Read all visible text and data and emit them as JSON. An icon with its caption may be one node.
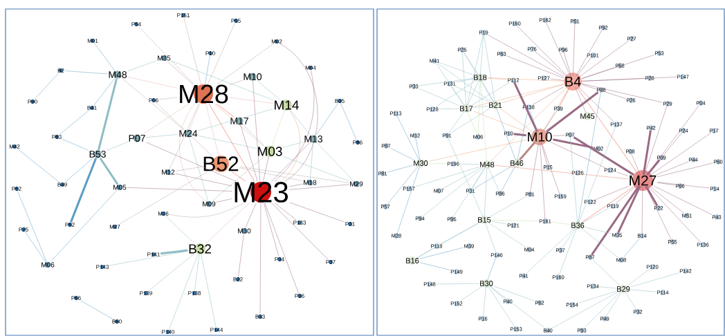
{
  "diagram": {
    "nodes": [
      {
        "text": [
          "P151"
        ]
      },
      {
        "text": [
          "P54"
        ]
      },
      {
        "text": [
          "P55"
        ]
      },
      {
        "text": [
          "M01"
        ]
      },
      {
        "text": [
          "M02"
        ]
      },
      {
        "text": [
          "P10"
        ]
      },
      {
        "text": [
          "M35"
        ]
      },
      {
        "text": [
          "M04"
        ]
      },
      {
        "text": [
          "B2"
        ]
      },
      {
        "text": [
          "M48"
        ]
      },
      {
        "text": [
          "M10"
        ]
      },
      {
        "text": [
          "M28"
        ]
      },
      {
        "text": [
          "P90"
        ]
      },
      {
        "text": [
          "P06"
        ]
      },
      {
        "text": [
          "M14"
        ]
      },
      {
        "text": [
          "B35"
        ]
      },
      {
        "text": [
          "B41"
        ]
      },
      {
        "text": [
          "M17"
        ]
      },
      {
        "text": [
          "P83"
        ]
      },
      {
        "text": [
          "P07"
        ]
      },
      {
        "text": [
          "M24"
        ]
      },
      {
        "text": [
          "M13"
        ]
      },
      {
        "text": [
          "P86"
        ]
      },
      {
        "text": [
          "M42"
        ]
      },
      {
        "text": [
          "B53"
        ]
      },
      {
        "text": [
          "M03"
        ]
      },
      {
        "text": [
          "B52"
        ]
      },
      {
        "text": [
          "M12"
        ]
      },
      {
        "text": [
          "B49"
        ]
      },
      {
        "text": [
          "M05"
        ]
      },
      {
        "text": [
          "M18"
        ]
      },
      {
        "text": [
          "M29"
        ]
      },
      {
        "text": [
          "P52"
        ]
      },
      {
        "text": [
          "M23"
        ]
      },
      {
        "text": [
          "M09"
        ]
      },
      {
        "text": [
          "M36"
        ]
      },
      {
        "text": [
          "P25"
        ]
      },
      {
        "text": [
          "P82"
        ]
      },
      {
        "text": [
          "M27"
        ]
      },
      {
        "text": [
          "M30"
        ]
      },
      {
        "text": [
          "P133"
        ]
      },
      {
        "text": [
          "P31"
        ]
      },
      {
        "text": [
          "B32"
        ]
      },
      {
        "text": [
          "P141"
        ]
      },
      {
        "text": [
          "M06"
        ]
      },
      {
        "text": [
          "P143"
        ]
      },
      {
        "text": [
          "P34"
        ]
      },
      {
        "text": [
          "P37"
        ]
      },
      {
        "text": [
          "B22"
        ]
      },
      {
        "text": [
          "P139"
        ]
      },
      {
        "text": [
          "P138"
        ]
      },
      {
        "text": [
          "P36"
        ]
      },
      {
        "text": [
          "P66"
        ]
      },
      {
        "text": [
          "B33"
        ]
      },
      {
        "text": [
          "B60"
        ]
      },
      {
        "text": [
          "P140"
        ]
      },
      {
        "text": [
          "P144"
        ]
      },
      {
        "text": [
          "P160"
        ]
      },
      {
        "text": [
          "P162"
        ]
      },
      {
        "text": [
          "P51"
        ]
      },
      {
        "text": [
          "P92"
        ]
      },
      {
        "text": [
          "P19"
        ]
      },
      {
        "text": [
          "P27"
        ]
      },
      {
        "text": [
          "P25"
        ]
      },
      {
        "text": [
          "P76"
        ]
      },
      {
        "text": [
          "P96"
        ]
      },
      {
        "text": [
          "P101"
        ]
      },
      {
        "text": [
          "P63"
        ]
      },
      {
        "text": [
          "P53"
        ]
      },
      {
        "text": [
          "M41"
        ]
      },
      {
        "text": [
          "P58"
        ]
      },
      {
        "text": [
          "B18"
        ]
      },
      {
        "text": [
          "P112"
        ]
      },
      {
        "text": [
          "P127"
        ]
      },
      {
        "text": [
          "B4"
        ]
      },
      {
        "text": [
          "P28"
        ]
      },
      {
        "text": [
          "P147"
        ]
      },
      {
        "text": [
          "P33"
        ]
      },
      {
        "text": [
          "P131"
        ]
      },
      {
        "text": [
          "P88"
        ]
      },
      {
        "text": [
          "P26"
        ]
      },
      {
        "text": [
          "P29"
        ]
      },
      {
        "text": [
          "P04"
        ]
      },
      {
        "text": [
          "B17"
        ]
      },
      {
        "text": [
          "B21"
        ]
      },
      {
        "text": [
          "P128"
        ]
      },
      {
        "text": [
          "P138"
        ]
      },
      {
        "text": [
          "P39"
        ]
      },
      {
        "text": [
          "M45"
        ]
      },
      {
        "text": [
          "P137"
        ]
      },
      {
        "text": [
          "P113"
        ]
      },
      {
        "text": [
          "P42"
        ]
      },
      {
        "text": [
          "P24"
        ]
      },
      {
        "text": [
          "P17"
        ]
      },
      {
        "text": [
          "M12"
        ]
      },
      {
        "text": [
          "P91"
        ]
      },
      {
        "text": [
          "M06"
        ]
      },
      {
        "text": [
          "P10"
        ]
      },
      {
        "text": [
          "M10"
        ]
      },
      {
        "text": [
          "P07"
        ]
      },
      {
        "text": [
          "M02"
        ]
      },
      {
        "text": [
          "P08"
        ]
      },
      {
        "text": [
          "P87"
        ]
      },
      {
        "text": [
          "M30"
        ]
      },
      {
        "text": [
          "P196"
        ]
      },
      {
        "text": [
          "M48"
        ]
      },
      {
        "text": [
          "B46"
        ]
      },
      {
        "text": [
          "P15"
        ]
      },
      {
        "text": [
          "P09"
        ]
      },
      {
        "text": [
          "P44"
        ]
      },
      {
        "text": [
          "P60"
        ]
      },
      {
        "text": [
          "P126"
        ]
      },
      {
        "text": [
          "P124"
        ]
      },
      {
        "text": [
          "M27"
        ]
      },
      {
        "text": [
          "P81"
        ]
      },
      {
        "text": [
          "P157"
        ]
      },
      {
        "text": [
          "M07"
        ]
      },
      {
        "text": [
          "P31"
        ]
      },
      {
        "text": [
          "P86"
        ]
      },
      {
        "text": [
          "P81"
        ]
      },
      {
        "text": [
          "P159"
        ]
      },
      {
        "text": [
          "P66"
        ]
      },
      {
        "text": [
          "P14"
        ]
      },
      {
        "text": [
          "P57"
        ]
      },
      {
        "text": [
          "P122"
        ]
      },
      {
        "text": [
          "P119"
        ]
      },
      {
        "text": [
          "P22"
        ]
      },
      {
        "text": [
          "M51"
        ]
      },
      {
        "text": [
          "P43"
        ]
      },
      {
        "text": [
          "P94"
        ]
      },
      {
        "text": [
          "P95"
        ]
      },
      {
        "text": [
          "B15"
        ]
      },
      {
        "text": [
          "P121"
        ]
      },
      {
        "text": [
          "P161"
        ]
      },
      {
        "text": [
          "B36"
        ]
      },
      {
        "text": [
          "M35"
        ]
      },
      {
        "text": [
          "M28"
        ]
      },
      {
        "text": [
          "B14"
        ]
      },
      {
        "text": [
          "P55"
        ]
      },
      {
        "text": [
          "P136"
        ]
      },
      {
        "text": [
          "P118"
        ]
      },
      {
        "text": [
          "M39"
        ]
      },
      {
        "text": [
          "M04"
        ]
      },
      {
        "text": [
          "P37"
        ]
      },
      {
        "text": [
          "P146"
        ]
      },
      {
        "text": [
          "B16"
        ]
      },
      {
        "text": [
          "P87"
        ]
      },
      {
        "text": [
          "M08"
        ]
      },
      {
        "text": [
          "P149"
        ]
      },
      {
        "text": [
          "P41"
        ]
      },
      {
        "text": [
          "P160"
        ]
      },
      {
        "text": [
          "P120"
        ]
      },
      {
        "text": [
          "P142"
        ]
      },
      {
        "text": [
          "P148"
        ]
      },
      {
        "text": [
          "B30"
        ]
      },
      {
        "text": [
          "P134"
        ]
      },
      {
        "text": [
          "B29"
        ]
      },
      {
        "text": [
          "P114"
        ]
      },
      {
        "text": [
          "P152"
        ]
      },
      {
        "text": [
          "P40"
        ]
      },
      {
        "text": [
          "P62"
        ]
      },
      {
        "text": [
          "P154"
        ]
      },
      {
        "text": [
          "P32"
        ]
      },
      {
        "text": [
          "P16"
        ]
      },
      {
        "text": [
          "P49"
        ]
      },
      {
        "text": [
          "P153"
        ]
      },
      {
        "text": [
          "B40"
        ]
      },
      {
        "text": [
          "P93"
        ]
      }
    ],
    "edges": [
      {
        "from": 1,
        "to": 11,
        "arrow": "none",
        "color": "#b9a9ab"
      },
      {
        "from": 0,
        "to": 11,
        "arrow": "none",
        "color": "#b9a9ab"
      },
      {
        "from": 2,
        "to": 11,
        "arrow": "none",
        "color": "#b9a9ab"
      },
      {
        "from": 5,
        "to": 11,
        "arrow": "none",
        "color": "#5a9cc4"
      },
      {
        "from": 4,
        "to": 11,
        "arrow": "none",
        "color": "#b9a9ab"
      },
      {
        "from": 6,
        "to": 11,
        "arrow": "none",
        "color": "#b58a95"
      },
      {
        "from": 6,
        "to": 9,
        "arrow": "none"
      },
      {
        "from": 3,
        "to": 9,
        "arrow": "none",
        "color": "#5a9cc4"
      },
      {
        "from": 8,
        "to": 9,
        "arrow": "none",
        "color": "#5a9cc4"
      },
      {
        "from": 8,
        "to": 12,
        "arrow": "none",
        "color": "#5a9cc4"
      },
      {
        "from": 9,
        "to": 16,
        "arrow": "none",
        "color": "#5a9cc4"
      },
      {
        "from": 9,
        "to": 24,
        "arrow": "none",
        "style": "thick"
      },
      {
        "from": 9,
        "to": 11,
        "arrow": "none",
        "color": "#e2b4aa"
      },
      {
        "from": 9,
        "to": 20,
        "arrow": "none",
        "color": "#b9a9ab"
      },
      {
        "from": 16,
        "to": 18,
        "arrow": "none",
        "color": "#5a9cc4"
      },
      {
        "from": 13,
        "to": 11,
        "arrow": "none",
        "color": "#b9a9ab"
      },
      {
        "from": 13,
        "to": 20,
        "arrow": "none",
        "color": "#b9a9ab"
      },
      {
        "from": 7,
        "to": 33,
        "arrow": "none",
        "color": "#9a6a84"
      },
      {
        "from": 4,
        "to": 33,
        "arrow": "none",
        "color": "#9a6a84"
      },
      {
        "from": 10,
        "to": 11,
        "arrow": "none",
        "color": "#b58a95"
      },
      {
        "from": 10,
        "to": 33,
        "arrow": "none",
        "color": "#9a6a84"
      },
      {
        "from": 10,
        "to": 14,
        "arrow": "none"
      },
      {
        "from": 11,
        "to": 14,
        "arrow": "none",
        "color": "#e2b4aa"
      },
      {
        "from": 11,
        "to": 33,
        "arrow": "none",
        "color": "#e8452c"
      },
      {
        "from": 11,
        "to": 17,
        "arrow": "none",
        "color": "#e8452c"
      },
      {
        "from": 11,
        "to": 26,
        "arrow": "none",
        "color": "#e2b4aa"
      },
      {
        "from": 11,
        "to": 20,
        "arrow": "none",
        "color": "#e2b4aa"
      },
      {
        "from": 11,
        "to": 19,
        "arrow": "none",
        "color": "#e2b4aa"
      },
      {
        "from": 11,
        "to": 34,
        "arrow": "none",
        "color": "#e2b4aa"
      },
      {
        "from": 11,
        "to": 25,
        "arrow": "none",
        "color": "#eba57f"
      },
      {
        "from": 14,
        "to": 33,
        "arrow": "none",
        "color": "#eba57f"
      },
      {
        "from": 14,
        "to": 21,
        "arrow": "none"
      },
      {
        "from": 14,
        "to": 25,
        "arrow": "none",
        "color": "#c8dca8"
      },
      {
        "from": 14,
        "to": 20,
        "arrow": "none"
      },
      {
        "from": 17,
        "to": 33,
        "arrow": "none",
        "color": "#9a6a84"
      },
      {
        "from": 17,
        "to": 25,
        "arrow": "none"
      },
      {
        "from": 6,
        "to": 14,
        "arrow": "none"
      },
      {
        "from": 15,
        "to": 21,
        "arrow": "none",
        "color": "#5a9cc4"
      },
      {
        "from": 15,
        "to": 22,
        "arrow": "none",
        "color": "#5a9cc4"
      },
      {
        "from": 20,
        "to": 19,
        "arrow": "none"
      },
      {
        "from": 20,
        "to": 26,
        "arrow": "none",
        "color": "#b9a9ab"
      },
      {
        "from": 20,
        "to": 34,
        "arrow": "none"
      },
      {
        "from": 20,
        "to": 25,
        "arrow": "none"
      },
      {
        "from": 19,
        "to": 24,
        "arrow": "none"
      },
      {
        "from": 19,
        "to": 33,
        "arrow": "none",
        "color": "#9a6a84"
      },
      {
        "from": 24,
        "to": 28,
        "arrow": "none",
        "color": "#5a9cc4"
      },
      {
        "from": 24,
        "to": 29,
        "arrow": "none",
        "style": "thick"
      },
      {
        "from": 24,
        "to": 37,
        "arrow": "none",
        "style": "thick",
        "color": "#5a9cc4"
      },
      {
        "from": 24,
        "to": 18,
        "arrow": "none",
        "color": "#5a9cc4"
      },
      {
        "from": 23,
        "to": 28,
        "arrow": "none",
        "color": "#5a9cc4"
      },
      {
        "from": 26,
        "to": 33,
        "arrow": "none",
        "color": "#e8452c"
      },
      {
        "from": 26,
        "to": 27,
        "arrow": "none",
        "color": "#b9a9ab"
      },
      {
        "from": 26,
        "to": 30,
        "arrow": "none",
        "color": "#b9a9ab"
      },
      {
        "from": 26,
        "to": 31,
        "arrow": "none",
        "color": "#b9a9ab"
      },
      {
        "from": 25,
        "to": 33,
        "arrow": "none",
        "color": "#9a6a84"
      },
      {
        "from": 25,
        "to": 31,
        "arrow": "none"
      },
      {
        "from": 25,
        "to": 21,
        "arrow": "none"
      },
      {
        "from": 25,
        "to": 34,
        "arrow": "none"
      },
      {
        "from": 21,
        "to": 33,
        "arrow": "none",
        "color": "#9a6a84"
      },
      {
        "from": 21,
        "to": 31,
        "arrow": "none"
      },
      {
        "from": 21,
        "to": 30,
        "arrow": "none"
      },
      {
        "from": 27,
        "to": 33,
        "arrow": "none",
        "color": "#9a6a84"
      },
      {
        "from": 29,
        "to": 33,
        "arrow": "none",
        "color": "#9a6a84"
      },
      {
        "from": 29,
        "to": 44,
        "arrow": "none",
        "color": "#5a9cc4"
      },
      {
        "from": 30,
        "to": 33,
        "arrow": "none",
        "color": "#9a6a84"
      },
      {
        "from": 31,
        "to": 33,
        "arrow": "none",
        "color": "#9a6a84"
      },
      {
        "from": 34,
        "to": 33,
        "arrow": "none",
        "color": "#9a6a84"
      },
      {
        "from": 35,
        "to": 33,
        "arrow": "none",
        "color": "#b9a9ab"
      },
      {
        "from": 35,
        "to": 42,
        "arrow": "none"
      },
      {
        "from": 38,
        "to": 26,
        "arrow": "none",
        "color": "#b9a9ab"
      },
      {
        "from": 39,
        "to": 33,
        "arrow": "none",
        "color": "#9a6a84"
      },
      {
        "from": 39,
        "to": 48,
        "arrow": "none",
        "color": "#9a6a84"
      },
      {
        "from": 40,
        "to": 33,
        "arrow": "none",
        "color": "#9a6a84"
      },
      {
        "from": 41,
        "to": 33,
        "arrow": "none",
        "color": "#9a6a84"
      },
      {
        "from": 42,
        "to": 33,
        "arrow": "none",
        "color": "#e2b4aa"
      },
      {
        "from": 42,
        "to": 43,
        "arrow": "none",
        "style": "thick"
      },
      {
        "from": 42,
        "to": 45,
        "arrow": "none"
      },
      {
        "from": 42,
        "to": 49,
        "arrow": "none"
      },
      {
        "from": 42,
        "to": 50,
        "arrow": "none"
      },
      {
        "from": 42,
        "to": 55,
        "arrow": "none"
      },
      {
        "from": 42,
        "to": 56,
        "arrow": "none"
      },
      {
        "from": 46,
        "to": 33,
        "arrow": "none",
        "color": "#9a6a84"
      },
      {
        "from": 47,
        "to": 33,
        "arrow": "none",
        "color": "#9a6a84"
      },
      {
        "from": 51,
        "to": 33,
        "arrow": "none",
        "color": "#9a6a84"
      },
      {
        "from": 53,
        "to": 33,
        "arrow": "none",
        "color": "#9a6a84"
      },
      {
        "from": 32,
        "to": 44,
        "arrow": "none",
        "color": "#5a9cc4"
      },
      {
        "from": 36,
        "to": 44,
        "arrow": "none",
        "color": "#5a9cc4"
      },
      {
        "from": 52,
        "to": 54,
        "arrow": "none",
        "color": "#5a9cc4"
      },
      {
        "from": 27,
        "to": 11,
        "arrow": "none",
        "color": "#b9a9ab"
      },
      {
        "from": 74,
        "to": 57,
        "arrow": "none",
        "color": "#9a6a84"
      },
      {
        "from": 74,
        "to": 58,
        "arrow": "none",
        "color": "#9a6a84"
      },
      {
        "from": 74,
        "to": 59,
        "arrow": "none",
        "color": "#9a6a84"
      },
      {
        "from": 74,
        "to": 60,
        "arrow": "none",
        "color": "#9a6a84"
      },
      {
        "from": 74,
        "to": 61,
        "arrow": "none",
        "color": "#9a6a84"
      },
      {
        "from": 74,
        "to": 62,
        "arrow": "none",
        "color": "#9a6a84"
      },
      {
        "from": 74,
        "to": 64,
        "arrow": "none",
        "color": "#9a6a84"
      },
      {
        "from": 74,
        "to": 65,
        "arrow": "none",
        "color": "#9a6a84"
      },
      {
        "from": 74,
        "to": 66,
        "arrow": "none",
        "color": "#9a6a84"
      },
      {
        "from": 74,
        "to": 67,
        "arrow": "none",
        "color": "#9a6a84"
      },
      {
        "from": 74,
        "to": 68,
        "arrow": "none",
        "color": "#9a6a84"
      },
      {
        "from": 74,
        "to": 70,
        "arrow": "none",
        "color": "#9a6a84"
      },
      {
        "from": 74,
        "to": 75,
        "arrow": "none",
        "color": "#9a6a84"
      },
      {
        "from": 74,
        "to": 76,
        "arrow": "none",
        "color": "#9a6a84"
      },
      {
        "from": 74,
        "to": 73,
        "arrow": "none",
        "color": "#9a6a84"
      },
      {
        "from": 74,
        "to": 80,
        "arrow": "none",
        "color": "#9a6a84"
      },
      {
        "from": 74,
        "to": 81,
        "arrow": "none",
        "color": "#9a6a84"
      },
      {
        "from": 74,
        "to": 89,
        "arrow": "none",
        "color": "#9a6a84"
      },
      {
        "from": 74,
        "to": 98,
        "arrow": "none",
        "color": "#eba57f"
      },
      {
        "from": 74,
        "to": 88,
        "arrow": "none",
        "color": "#9a6a84"
      },
      {
        "from": 74,
        "to": 113,
        "arrow": "none",
        "color": "#e8452c"
      },
      {
        "from": 74,
        "to": 87,
        "arrow": "none",
        "color": "#e8452c"
      },
      {
        "from": 74,
        "to": 86,
        "arrow": "none",
        "color": "#9a6a84"
      },
      {
        "from": 74,
        "to": 83,
        "arrow": "none",
        "color": "#eba57f"
      },
      {
        "from": 74,
        "to": 84,
        "arrow": "none",
        "color": "#eba57f"
      },
      {
        "from": 74,
        "to": 71,
        "arrow": "none",
        "color": "#eba57f"
      },
      {
        "from": 74,
        "to": 105,
        "arrow": "none",
        "color": "#eba57f"
      },
      {
        "from": 98,
        "to": 79,
        "arrow": "none",
        "style": "thick",
        "color": "#9a6a84"
      },
      {
        "from": 98,
        "to": 72,
        "arrow": "none",
        "style": "thick",
        "color": "#9a6a84"
      },
      {
        "from": 98,
        "to": 106,
        "arrow": "none",
        "style": "thick",
        "color": "#b58a80"
      },
      {
        "from": 98,
        "to": 107,
        "arrow": "none",
        "color": "#9a6a84"
      },
      {
        "from": 98,
        "to": 119,
        "arrow": "none",
        "color": "#9a6a84"
      },
      {
        "from": 98,
        "to": 120,
        "arrow": "none",
        "color": "#9a6a84"
      },
      {
        "from": 98,
        "to": 99,
        "arrow": "none",
        "color": "#9a6a84"
      },
      {
        "from": 98,
        "to": 100,
        "arrow": "none",
        "style": "thick",
        "color": "#9a6a84"
      },
      {
        "from": 98,
        "to": 112,
        "arrow": "none",
        "color": "#9a6a84"
      },
      {
        "from": 98,
        "to": 97,
        "arrow": "none",
        "style": "thick",
        "color": "#9a6a84"
      },
      {
        "from": 98,
        "to": 83,
        "arrow": "none",
        "color": "#eba57f"
      },
      {
        "from": 98,
        "to": 84,
        "arrow": "none",
        "color": "#eba57f"
      },
      {
        "from": 98,
        "to": 86,
        "arrow": "none",
        "color": "#5a9cc4"
      },
      {
        "from": 98,
        "to": 87,
        "arrow": "none",
        "color": "#9a6a84"
      },
      {
        "from": 98,
        "to": 133,
        "arrow": "none",
        "color": "#9a6a84"
      },
      {
        "from": 98,
        "to": 103,
        "arrow": "none",
        "color": "#eba57f"
      },
      {
        "from": 113,
        "to": 91,
        "arrow": "none",
        "style": "thick",
        "color": "#9a6a84"
      },
      {
        "from": 113,
        "to": 92,
        "arrow": "none",
        "color": "#9a6a84"
      },
      {
        "from": 113,
        "to": 93,
        "arrow": "none",
        "color": "#9a6a84"
      },
      {
        "from": 113,
        "to": 82,
        "arrow": "none",
        "color": "#9a6a84"
      },
      {
        "from": 113,
        "to": 108,
        "arrow": "none",
        "style": "thick",
        "color": "#9a6a84"
      },
      {
        "from": 113,
        "to": 109,
        "arrow": "none",
        "color": "#9a6a84"
      },
      {
        "from": 113,
        "to": 110,
        "arrow": "none",
        "color": "#9a6a84"
      },
      {
        "from": 113,
        "to": 121,
        "arrow": "none",
        "color": "#9a6a84"
      },
      {
        "from": 113,
        "to": 122,
        "arrow": "none",
        "color": "#9a6a84"
      },
      {
        "from": 113,
        "to": 128,
        "arrow": "none",
        "color": "#9a6a84"
      },
      {
        "from": 113,
        "to": 127,
        "arrow": "none",
        "color": "#9a6a84"
      },
      {
        "from": 113,
        "to": 126,
        "arrow": "none",
        "style": "thick",
        "color": "#9a6a84"
      },
      {
        "from": 113,
        "to": 138,
        "arrow": "none",
        "color": "#9a6a84"
      },
      {
        "from": 113,
        "to": 139,
        "arrow": "none",
        "color": "#9a6a84"
      },
      {
        "from": 113,
        "to": 135,
        "arrow": "none",
        "style": "thick",
        "color": "#9a6a84"
      },
      {
        "from": 113,
        "to": 146,
        "arrow": "none",
        "style": "thick",
        "color": "#9a6a84"
      },
      {
        "from": 113,
        "to": 134,
        "arrow": "none",
        "color": "#e8452c"
      },
      {
        "from": 113,
        "to": 125,
        "arrow": "none",
        "color": "#9a6a84"
      },
      {
        "from": 113,
        "to": 124,
        "arrow": "none",
        "color": "#9a6a84"
      },
      {
        "from": 113,
        "to": 105,
        "arrow": "none",
        "color": "#e8806a"
      },
      {
        "from": 113,
        "to": 99,
        "arrow": "none",
        "style": "thick",
        "color": "#9a6a84"
      },
      {
        "from": 113,
        "to": 101,
        "arrow": "none",
        "color": "#9a6a84"
      },
      {
        "from": 113,
        "to": 81,
        "arrow": "none",
        "color": "#9a6a84"
      },
      {
        "from": 113,
        "to": 112,
        "arrow": "none",
        "color": "#9a6a84"
      },
      {
        "from": 71,
        "to": 61,
        "arrow": "none"
      },
      {
        "from": 71,
        "to": 63,
        "arrow": "none"
      },
      {
        "from": 71,
        "to": 69,
        "arrow": "none"
      },
      {
        "from": 71,
        "to": 77,
        "arrow": "none"
      },
      {
        "from": 71,
        "to": 78,
        "arrow": "none"
      },
      {
        "from": 71,
        "to": 85,
        "arrow": "none"
      },
      {
        "from": 71,
        "to": 83,
        "arrow": "none"
      },
      {
        "from": 71,
        "to": 84,
        "arrow": "none"
      },
      {
        "from": 71,
        "to": 72,
        "arrow": "none",
        "color": "#eba57f"
      },
      {
        "from": 71,
        "to": 96,
        "arrow": "none",
        "color": "#c8dca8"
      },
      {
        "from": 71,
        "to": 105,
        "arrow": "none",
        "color": "#c8dca8"
      },
      {
        "from": 83,
        "to": 61,
        "arrow": "none"
      },
      {
        "from": 83,
        "to": 63,
        "arrow": "none"
      },
      {
        "from": 83,
        "to": 69,
        "arrow": "none"
      },
      {
        "from": 83,
        "to": 77,
        "arrow": "none"
      },
      {
        "from": 83,
        "to": 78,
        "arrow": "none"
      },
      {
        "from": 83,
        "to": 85,
        "arrow": "none"
      },
      {
        "from": 83,
        "to": 95,
        "arrow": "none"
      },
      {
        "from": 83,
        "to": 96,
        "arrow": "none",
        "color": "#c8dca8"
      },
      {
        "from": 83,
        "to": 84,
        "arrow": "none"
      },
      {
        "from": 83,
        "to": 72,
        "arrow": "none"
      },
      {
        "from": 84,
        "to": 61,
        "arrow": "none"
      },
      {
        "from": 84,
        "to": 63,
        "arrow": "none"
      },
      {
        "from": 84,
        "to": 69,
        "arrow": "none"
      },
      {
        "from": 84,
        "to": 78,
        "arrow": "none"
      },
      {
        "from": 84,
        "to": 95,
        "arrow": "none"
      },
      {
        "from": 84,
        "to": 106,
        "arrow": "none",
        "color": "#5a9cc4"
      },
      {
        "from": 103,
        "to": 90,
        "arrow": "none",
        "color": "#5a9cc4"
      },
      {
        "from": 103,
        "to": 94,
        "arrow": "none",
        "color": "#5a9cc4"
      },
      {
        "from": 103,
        "to": 102,
        "arrow": "none",
        "color": "#5a9cc4"
      },
      {
        "from": 103,
        "to": 114,
        "arrow": "none",
        "color": "#5a9cc4"
      },
      {
        "from": 103,
        "to": 123,
        "arrow": "none",
        "color": "#5a9cc4"
      },
      {
        "from": 103,
        "to": 136,
        "arrow": "none",
        "color": "#5a9cc4"
      },
      {
        "from": 103,
        "to": 104,
        "arrow": "none",
        "color": "#c8dca8"
      },
      {
        "from": 104,
        "to": 105,
        "arrow": "none"
      },
      {
        "from": 115,
        "to": 105,
        "arrow": "none"
      },
      {
        "from": 105,
        "to": 116,
        "arrow": "none"
      },
      {
        "from": 105,
        "to": 117,
        "arrow": "none"
      },
      {
        "from": 105,
        "to": 129,
        "arrow": "none"
      },
      {
        "from": 105,
        "to": 130,
        "arrow": "none"
      },
      {
        "from": 105,
        "to": 131,
        "arrow": "none"
      },
      {
        "from": 105,
        "to": 118,
        "arrow": "none"
      },
      {
        "from": 106,
        "to": 86,
        "arrow": "none",
        "color": "#5a9cc4"
      },
      {
        "from": 106,
        "to": 117,
        "arrow": "none",
        "color": "#5a9cc4"
      },
      {
        "from": 106,
        "to": 118,
        "arrow": "none",
        "color": "#5a9cc4"
      },
      {
        "from": 131,
        "to": 95,
        "arrow": "none"
      },
      {
        "from": 131,
        "to": 132,
        "arrow": "none"
      },
      {
        "from": 131,
        "to": 133,
        "arrow": "none",
        "color": "#c8dca8"
      },
      {
        "from": 131,
        "to": 140,
        "arrow": "none"
      },
      {
        "from": 131,
        "to": 145,
        "arrow": "none"
      },
      {
        "from": 131,
        "to": 144,
        "arrow": "none"
      },
      {
        "from": 131,
        "to": 142,
        "arrow": "none"
      },
      {
        "from": 131,
        "to": 119,
        "arrow": "none"
      },
      {
        "from": 134,
        "to": 133,
        "arrow": "none",
        "color": "#c8dca8"
      },
      {
        "from": 134,
        "to": 89,
        "arrow": "none"
      },
      {
        "from": 134,
        "to": 79,
        "arrow": "none",
        "color": "#5a9cc4"
      },
      {
        "from": 134,
        "to": 143,
        "arrow": "none"
      },
      {
        "from": 134,
        "to": 150,
        "arrow": "none"
      },
      {
        "from": 134,
        "to": 149,
        "arrow": "none"
      },
      {
        "from": 134,
        "to": 147,
        "arrow": "none"
      },
      {
        "from": 134,
        "to": 135,
        "arrow": "none"
      },
      {
        "from": 134,
        "to": 125,
        "arrow": "none"
      },
      {
        "from": 134,
        "to": 99,
        "arrow": "none"
      },
      {
        "from": 145,
        "to": 140,
        "arrow": "none"
      },
      {
        "from": 145,
        "to": 141,
        "arrow": "none",
        "color": "#5a9cc4"
      },
      {
        "from": 145,
        "to": 148,
        "arrow": "none",
        "color": "#5a9cc4"
      },
      {
        "from": 154,
        "to": 144,
        "arrow": "none",
        "color": "#5a9cc4"
      },
      {
        "from": 154,
        "to": 153,
        "arrow": "none"
      },
      {
        "from": 154,
        "to": 158,
        "arrow": "none"
      },
      {
        "from": 154,
        "to": 159,
        "arrow": "none"
      },
      {
        "from": 154,
        "to": 160,
        "arrow": "none"
      },
      {
        "from": 154,
        "to": 163,
        "arrow": "none"
      },
      {
        "from": 154,
        "to": 165,
        "arrow": "none"
      },
      {
        "from": 154,
        "to": 166,
        "arrow": "none"
      },
      {
        "from": 156,
        "to": 146,
        "arrow": "none"
      },
      {
        "from": 156,
        "to": 151,
        "arrow": "none"
      },
      {
        "from": 156,
        "to": 152,
        "arrow": "none"
      },
      {
        "from": 156,
        "to": 155,
        "arrow": "none"
      },
      {
        "from": 156,
        "to": 157,
        "arrow": "none"
      },
      {
        "from": 156,
        "to": 161,
        "arrow": "none"
      },
      {
        "from": 156,
        "to": 162,
        "arrow": "none"
      },
      {
        "from": 156,
        "to": 164,
        "arrow": "none"
      },
      {
        "from": 156,
        "to": 167,
        "arrow": "none"
      },
      {
        "from": 156,
        "to": 166,
        "arrow": "none"
      },
      {
        "from": 137,
        "to": 147,
        "arrow": "none",
        "color": "#5a9cc4"
      },
      {
        "from": 137,
        "to": 113,
        "arrow": "none",
        "color": "#9a6a84"
      }
    ]
  }
}
